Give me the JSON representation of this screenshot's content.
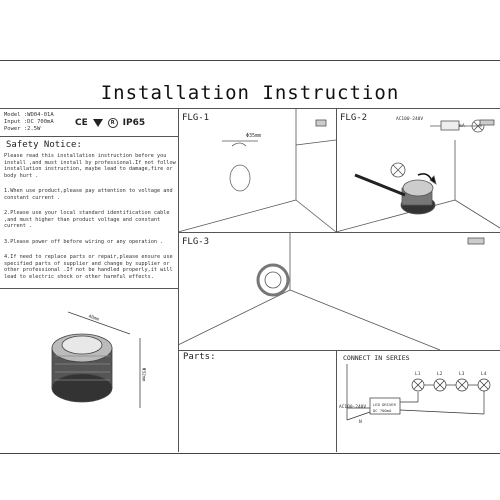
{
  "header": {
    "title": "Installation Instruction"
  },
  "specs": {
    "model": "Model :WD04-01A",
    "input": "Input :DC 700mA",
    "power": "Power :2.5W",
    "ip_rating": "IP65"
  },
  "safety": {
    "title": "Safety Notice:",
    "items": [
      "Please read this installation instruction before you install ,and must install by professional.If not follow installation instruction, maybe lead to damage,fire or body hurt .",
      "1.When use product,please pay attention to voltage and constant current .",
      "2.Please use your local standard identification cable ,and must higher than product voltage and constant current .",
      "3.Please power off before wiring or any operation .",
      "4.If need to replace parts or repair,please ensure use specified parts of supplier and change by supplier or other professional .If not be handled properly,it will lead to electric shock or other harmful effects."
    ]
  },
  "product": {
    "dim_width": "40mm",
    "dim_dia": "Φ32mm"
  },
  "figures": {
    "flg1": {
      "label": "FLG-1",
      "hole": "Φ35mm"
    },
    "flg2": {
      "label": "FLG-2",
      "ac": "AC100-240V",
      "driver": "DC 700mA"
    },
    "flg3": {
      "label": "FLG-3"
    }
  },
  "parts": {
    "label": "Parts:"
  },
  "wiring": {
    "title": "CONNECT IN SERIES",
    "ac": "AC100-240V",
    "driver_line1": "LED DRIVER",
    "driver_line2": "DC 700mA",
    "lamps": [
      "L1",
      "L2",
      "L3",
      "L4"
    ],
    "n": "N"
  }
}
